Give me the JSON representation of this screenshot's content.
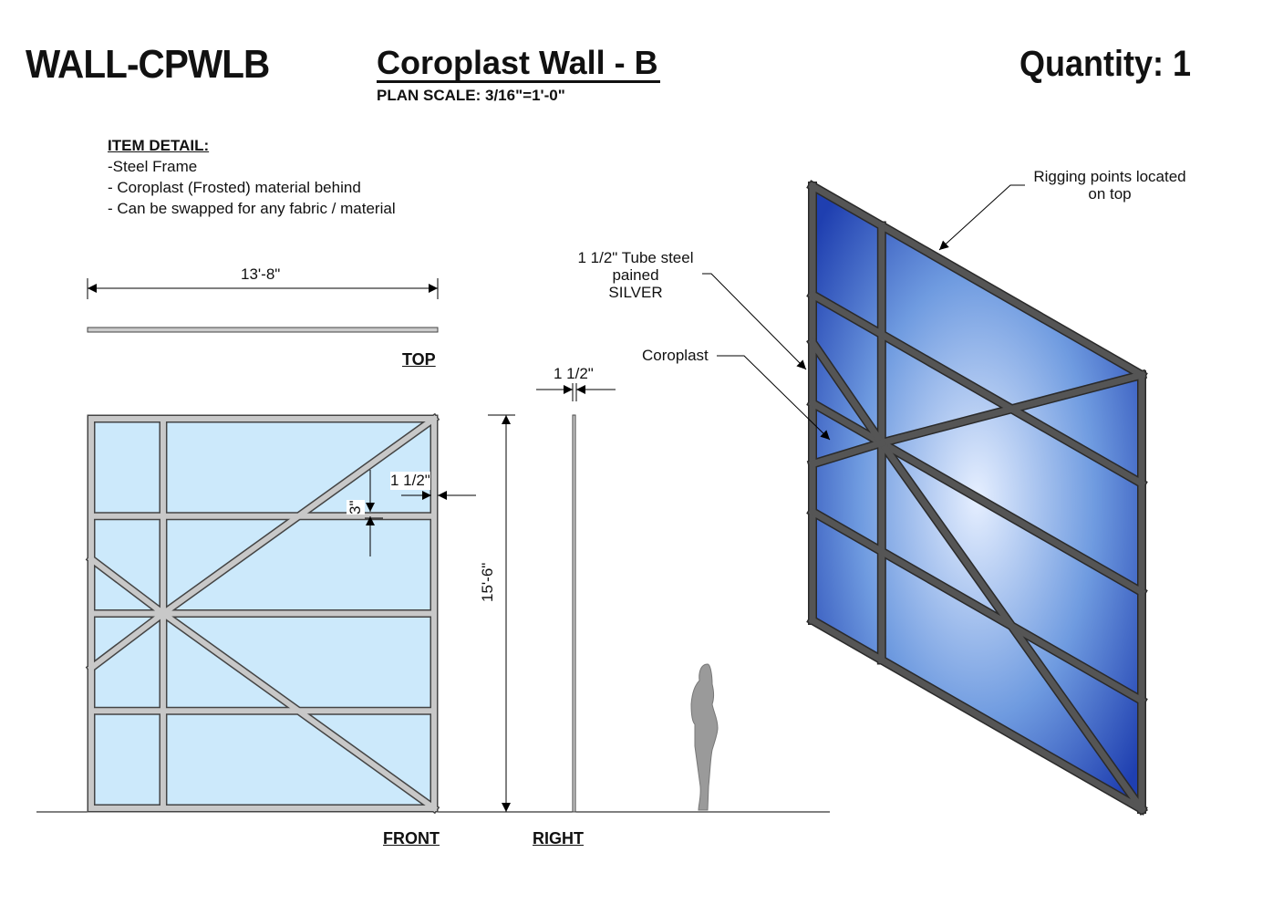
{
  "header": {
    "item_code": "WALL-CPWLB",
    "title": "Coroplast Wall - B",
    "scale": "PLAN  SCALE: 3/16\"=1'-0\"",
    "quantity": "Quantity: 1"
  },
  "item_detail": {
    "heading": "ITEM DETAIL:",
    "lines": [
      "-Steel Frame",
      "- Coroplast (Frosted) material behind",
      "- Can be swapped for any fabric / material"
    ]
  },
  "views": {
    "top": "TOP",
    "front": "FRONT",
    "right": "RIGHT"
  },
  "dimensions": {
    "width": "13'-8\"",
    "height": "15'-6\"",
    "tube_front": "1 1/2\"",
    "tube_right": "1 1/2\"",
    "gap": "3\""
  },
  "callouts": {
    "rigging_line1": "Rigging points located",
    "rigging_line2": "on top",
    "tube_line1": "1 1/2\" Tube steel",
    "tube_line2": "pained",
    "tube_line3": "SILVER",
    "coroplast": "Coroplast"
  },
  "colors": {
    "panel_front": "#cce9fb",
    "frame_front": "#c8c8c8",
    "panel_iso": "#3a6fd0",
    "frame_iso": "#555555"
  }
}
